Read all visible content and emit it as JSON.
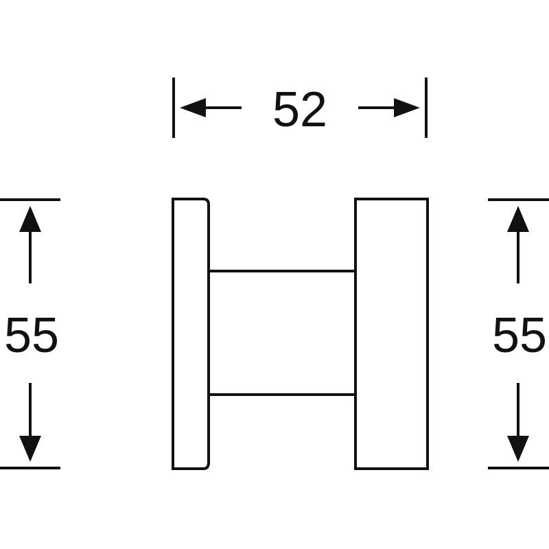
{
  "dimensions": {
    "width_label": "52",
    "height_left_label": "55",
    "height_right_label": "55"
  },
  "colors": {
    "stroke": "#111111",
    "background": "#ffffff"
  }
}
